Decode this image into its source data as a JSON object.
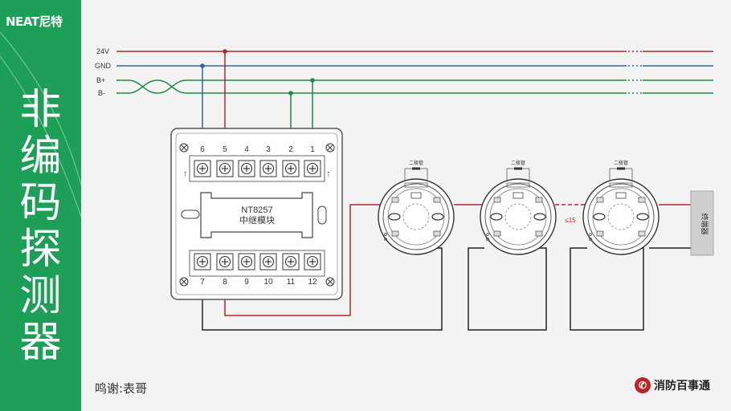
{
  "brand": {
    "logo_text": "NEAT尼特"
  },
  "title": {
    "chars": [
      "非",
      "编",
      "码",
      "探",
      "测",
      "器"
    ]
  },
  "bus_lines": {
    "v24": "24V",
    "gnd": "GND",
    "b_plus": "B+",
    "b_minus": "B-"
  },
  "module": {
    "model": "NT8257",
    "name": "中继模块",
    "top_terminals": [
      "6",
      "5",
      "4",
      "3",
      "2",
      "1"
    ],
    "bottom_terminals": [
      "7",
      "8",
      "9",
      "10",
      "11",
      "12"
    ]
  },
  "detectors": {
    "diode_label": "二极管",
    "count": 3,
    "spacing_label": "≤15"
  },
  "terminator": {
    "label": "终端器"
  },
  "credit": "鸣谢:表哥",
  "footer_logo": {
    "text": "消防百事通"
  },
  "colors": {
    "v24": "#b8262c",
    "gnd": "#2a67a8",
    "bus": "#1f8a48",
    "wire": "#222222",
    "sidebar": "#1e9f57"
  }
}
